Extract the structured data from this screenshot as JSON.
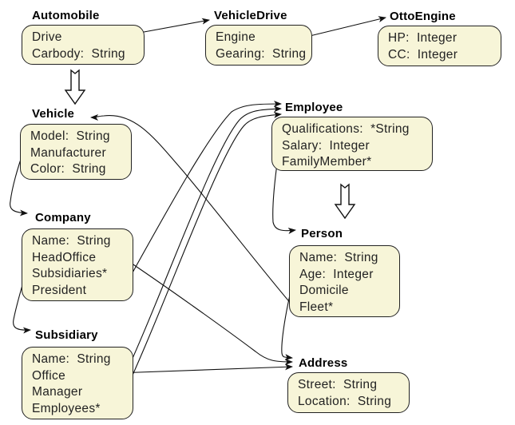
{
  "diagram": {
    "classes": [
      {
        "id": "automobile",
        "name": "Automobile",
        "attributes": [
          "Drive",
          "Carbody:  String"
        ]
      },
      {
        "id": "vehicledrive",
        "name": "VehicleDrive",
        "attributes": [
          "Engine",
          "Gearing:  String"
        ]
      },
      {
        "id": "ottoengine",
        "name": "OttoEngine",
        "attributes": [
          "HP:  Integer",
          "CC:  Integer"
        ]
      },
      {
        "id": "vehicle",
        "name": "Vehicle",
        "attributes": [
          "Model:  String",
          "Manufacturer",
          "Color:  String"
        ]
      },
      {
        "id": "employee",
        "name": "Employee",
        "attributes": [
          "Qualifications:  *String",
          "Salary:  Integer",
          "FamilyMember*"
        ]
      },
      {
        "id": "company",
        "name": "Company",
        "attributes": [
          "Name:  String",
          "HeadOffice",
          "Subsidiaries*",
          "President"
        ]
      },
      {
        "id": "person",
        "name": "Person",
        "attributes": [
          "Name:  String",
          "Age:  Integer",
          "Domicile",
          "Fleet*"
        ]
      },
      {
        "id": "subsidiary",
        "name": "Subsidiary",
        "attributes": [
          "Name:  String",
          "Office",
          "Manager",
          "Employees*"
        ]
      },
      {
        "id": "address",
        "name": "Address",
        "attributes": [
          "Street:  String",
          "Location:  String"
        ]
      }
    ],
    "references": [
      {
        "from": "Automobile.Drive",
        "to": "VehicleDrive"
      },
      {
        "from": "VehicleDrive.Engine",
        "to": "OttoEngine"
      },
      {
        "from": "Vehicle.Manufacturer",
        "to": "Company"
      },
      {
        "from": "Company.Subsidiaries*",
        "to": "Subsidiary"
      },
      {
        "from": "Company.HeadOffice",
        "to": "Address"
      },
      {
        "from": "Company.President",
        "to": "Employee"
      },
      {
        "from": "Subsidiary.Office",
        "to": "Address"
      },
      {
        "from": "Subsidiary.Manager",
        "to": "Employee"
      },
      {
        "from": "Subsidiary.Employees*",
        "to": "Employee"
      },
      {
        "from": "Employee.FamilyMember*",
        "to": "Person"
      },
      {
        "from": "Person.Fleet*",
        "to": "Vehicle"
      },
      {
        "from": "Person.Domicile",
        "to": "Address"
      }
    ],
    "inheritance": [
      {
        "sub": "Automobile",
        "super": "Vehicle"
      },
      {
        "sub": "Employee",
        "super": "Person"
      }
    ],
    "colors": {
      "box_fill": "#f7f5d8",
      "line": "#111111"
    }
  }
}
